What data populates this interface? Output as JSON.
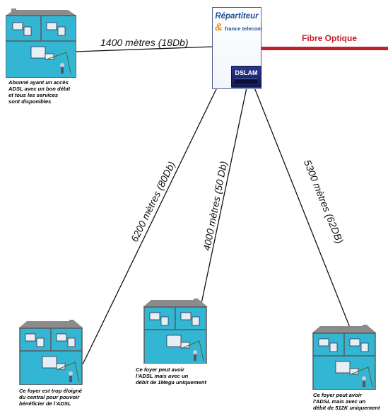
{
  "repartiteur": {
    "title": "Répartiteur",
    "logo_text": "france telecom",
    "dslam_label": "DSLAM"
  },
  "fibre": {
    "label": "Fibre Optique",
    "color": "#c2212b"
  },
  "links": [
    {
      "label": "1400 mètres (18Db)"
    },
    {
      "label": "6200 mètres (80Db)"
    },
    {
      "label": "4000 mètres (50 Db)"
    },
    {
      "label": "5300 mètres (62DB)"
    }
  ],
  "houses": [
    {
      "caption": "Abonné ayant un accès\nADSL avec un bon débit\net tous les services\nsont disponibles"
    },
    {
      "caption": "Ce foyer est trop éloigné\ndu central pour pouvoir\nbénéficier de l'ADSL"
    },
    {
      "caption": "Ce foyer peut avoir\nl'ADSL  mais avec un\ndébit de 1Mega uniquement"
    },
    {
      "caption": "Ce foyer peut avoir\nl'ADSL  mais avec un\ndébit de 512K uniquement"
    }
  ],
  "colors": {
    "house_fill": "#33b5d4",
    "house_roof": "#8b8b8b",
    "line": "#111111"
  }
}
